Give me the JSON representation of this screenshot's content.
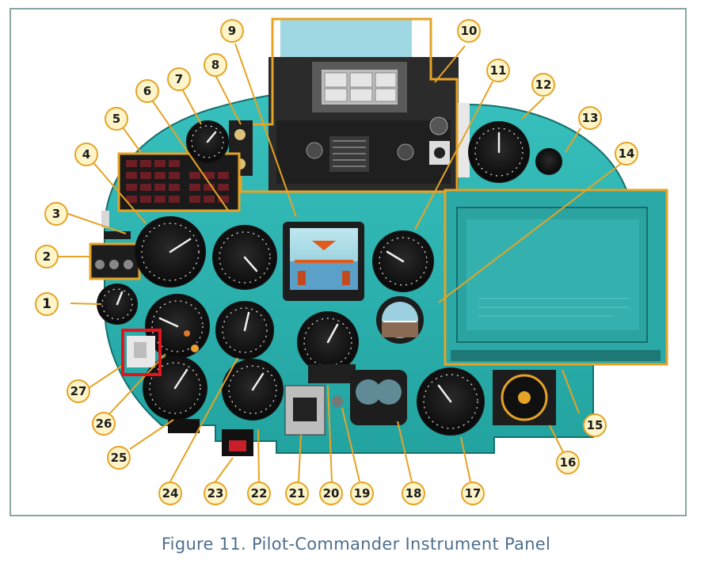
{
  "figure": {
    "caption": "Figure 11. Pilot-Commander Instrument Panel",
    "callouts": [
      "1",
      "2",
      "3",
      "4",
      "5",
      "6",
      "7",
      "8",
      "9",
      "10",
      "11",
      "12",
      "13",
      "14",
      "15",
      "16",
      "17",
      "18",
      "19",
      "20",
      "21",
      "22",
      "23",
      "24",
      "25",
      "26",
      "27"
    ],
    "highlighted_item": "27",
    "colors": {
      "panel": "#2fb7b4",
      "panel_dark": "#1c8583",
      "outline": "#e6a326",
      "highlight": "#e3141b",
      "bezel": "#1a1a1a"
    }
  }
}
